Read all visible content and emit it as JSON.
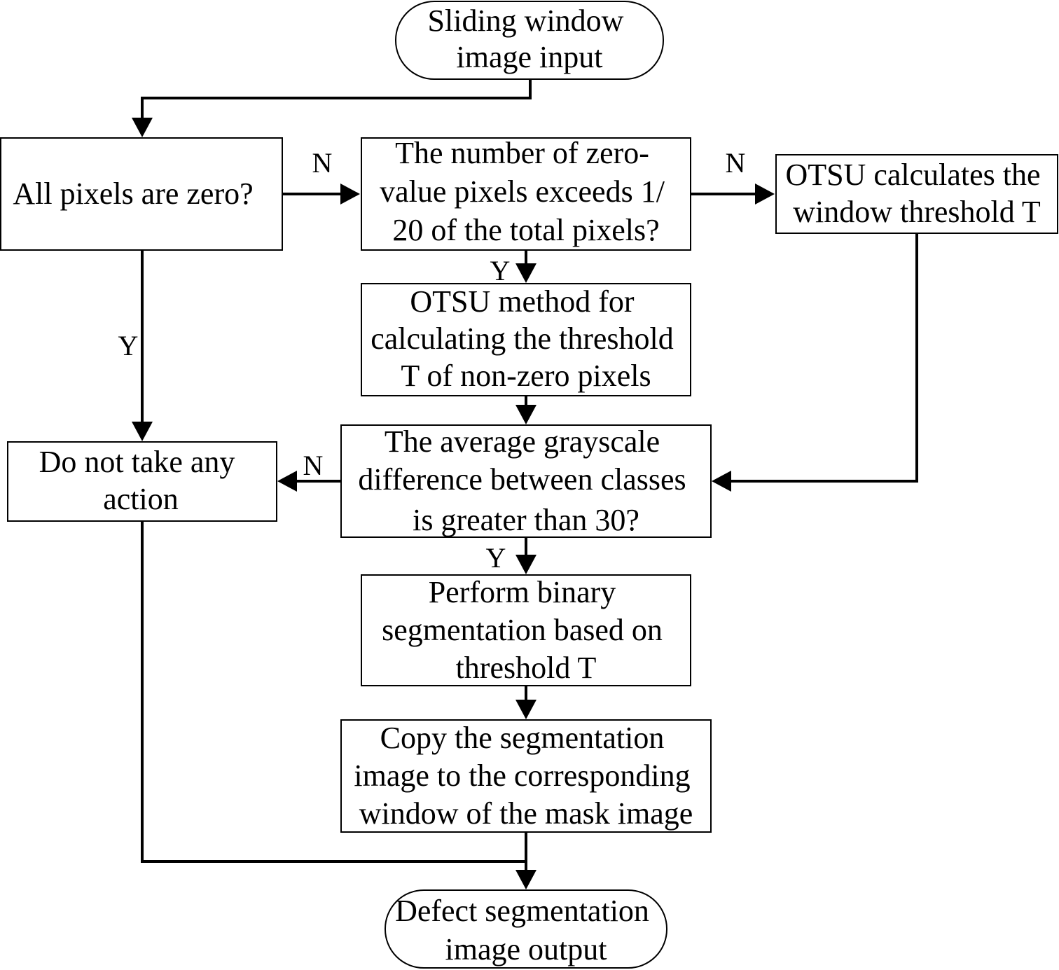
{
  "nodes": {
    "start": {
      "lines": [
        "Sliding window",
        "image input"
      ]
    },
    "all_zero": {
      "lines": [
        "All pixels are zero?"
      ]
    },
    "zero_ratio": {
      "lines": [
        "The number of zero-",
        "value pixels exceeds 1/",
        "20 of the total pixels?"
      ]
    },
    "otsu_window": {
      "lines": [
        "OTSU calculates the",
        "window threshold T"
      ]
    },
    "otsu_nonzero": {
      "lines": [
        "OTSU method for",
        "calculating the threshold",
        "T of non-zero pixels"
      ]
    },
    "no_action": {
      "lines": [
        "Do not take any",
        "action"
      ]
    },
    "gray_diff": {
      "lines": [
        "The average grayscale",
        "difference between classes",
        "is greater than 30?"
      ]
    },
    "binary_seg": {
      "lines": [
        "Perform binary",
        "segmentation based on",
        "threshold T"
      ]
    },
    "copy_mask": {
      "lines": [
        "Copy the segmentation",
        "image to the corresponding",
        "window of the mask image"
      ]
    },
    "end": {
      "lines": [
        "Defect segmentation",
        "image output"
      ]
    }
  },
  "edge_labels": {
    "all_zero_no": "N",
    "all_zero_yes": "Y",
    "zero_ratio_no": "N",
    "zero_ratio_yes": "Y",
    "gray_diff_no": "N",
    "gray_diff_yes": "Y"
  },
  "colors": {
    "line": "#000000",
    "fill": "#ffffff"
  }
}
